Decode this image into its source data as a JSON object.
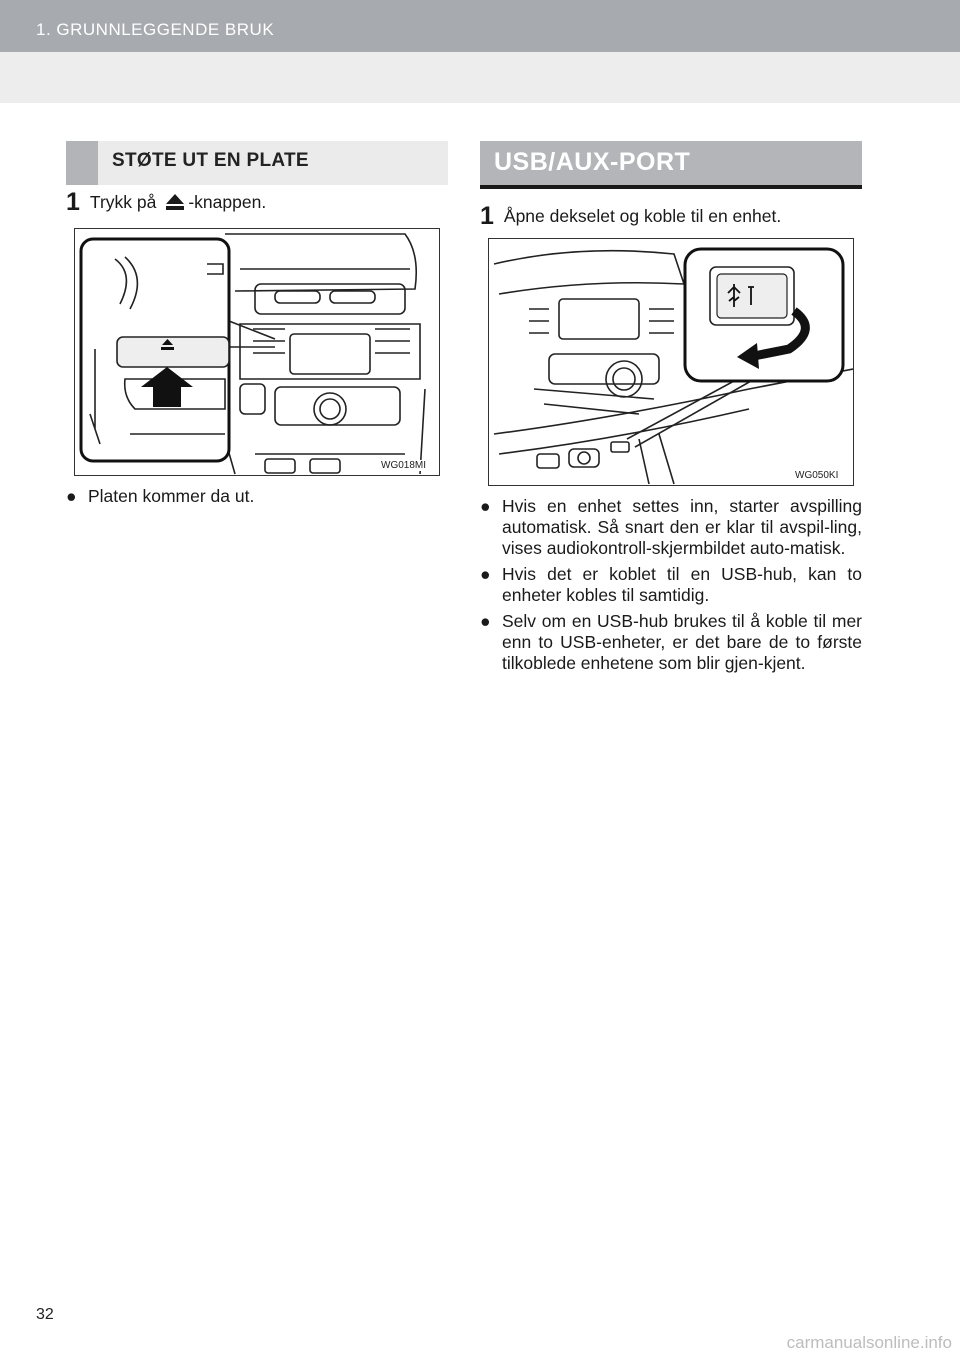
{
  "header": {
    "title": "1. GRUNNLEGGENDE BRUK"
  },
  "left": {
    "section_title": "STØTE UT EN PLATE",
    "step": {
      "number": "1",
      "text_before": "Trykk på",
      "text_after": "-knappen."
    },
    "figure": {
      "code": "WG018MI"
    },
    "bullets": [
      "Platen kommer da ut."
    ]
  },
  "right": {
    "section_title": "USB/AUX-PORT",
    "step": {
      "number": "1",
      "text": "Åpne dekselet og koble til en enhet."
    },
    "figure": {
      "code": "WG050KI"
    },
    "bullets": [
      "Hvis en enhet settes inn, starter avspilling automatisk. Så snart den er klar til avspil-ling, vises audiokontroll-skjermbildet auto-matisk.",
      "Hvis det er koblet til en USB-hub, kan to enheter kobles til samtidig.",
      "Selv om en USB-hub brukes til å koble til mer enn to USB-enheter, er det bare de to første tilkoblede enhetene som blir gjen-kjent."
    ]
  },
  "bullet_glyph": "●",
  "footer": {
    "page_number": "32",
    "watermark": "carmanualsonline.info"
  }
}
